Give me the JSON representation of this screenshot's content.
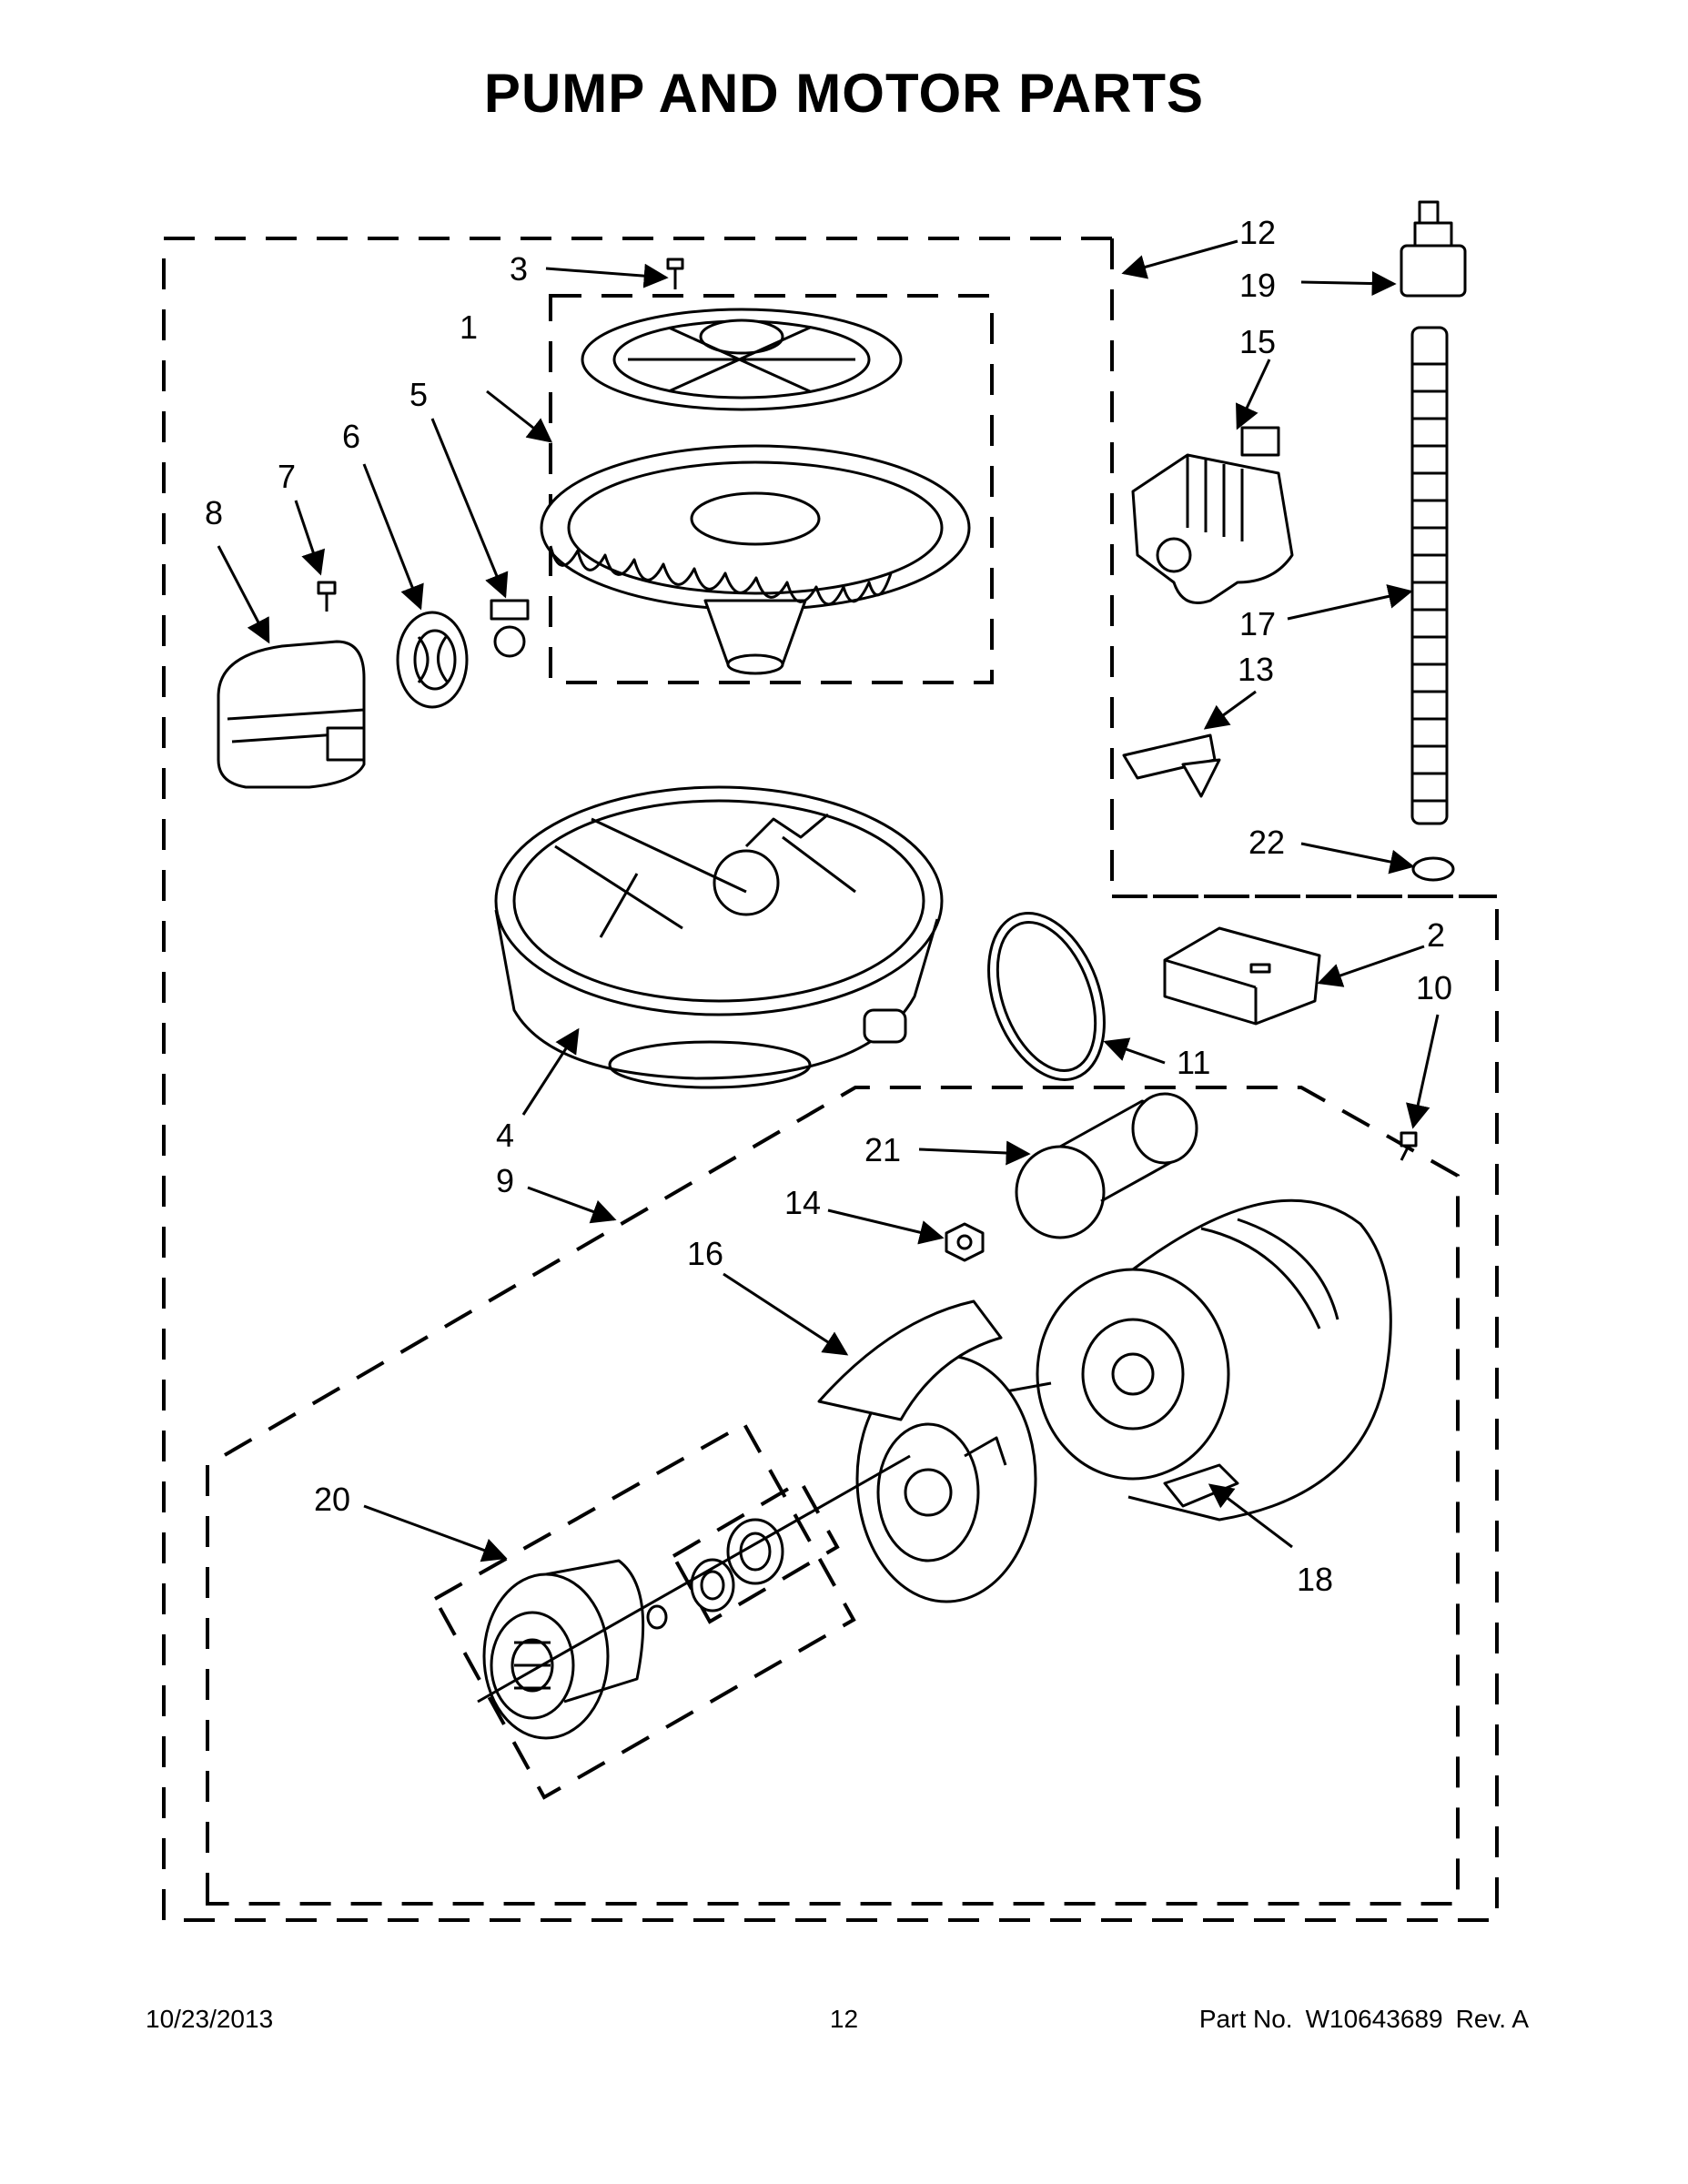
{
  "page": {
    "title": "PUMP AND MOTOR PARTS"
  },
  "callouts": {
    "c1": "1",
    "c2": "2",
    "c3": "3",
    "c4": "4",
    "c5": "5",
    "c6": "6",
    "c7": "7",
    "c8": "8",
    "c9": "9",
    "c10": "10",
    "c11": "11",
    "c12": "12",
    "c13": "13",
    "c14": "14",
    "c15": "15",
    "c16": "16",
    "c17": "17",
    "c18": "18",
    "c19": "19",
    "c20": "20",
    "c21": "21",
    "c22": "22"
  },
  "footer": {
    "date": "10/23/2013",
    "page_number": "12",
    "part_label": "Part No.",
    "part_number": "W10643689",
    "revision": "Rev. A"
  }
}
